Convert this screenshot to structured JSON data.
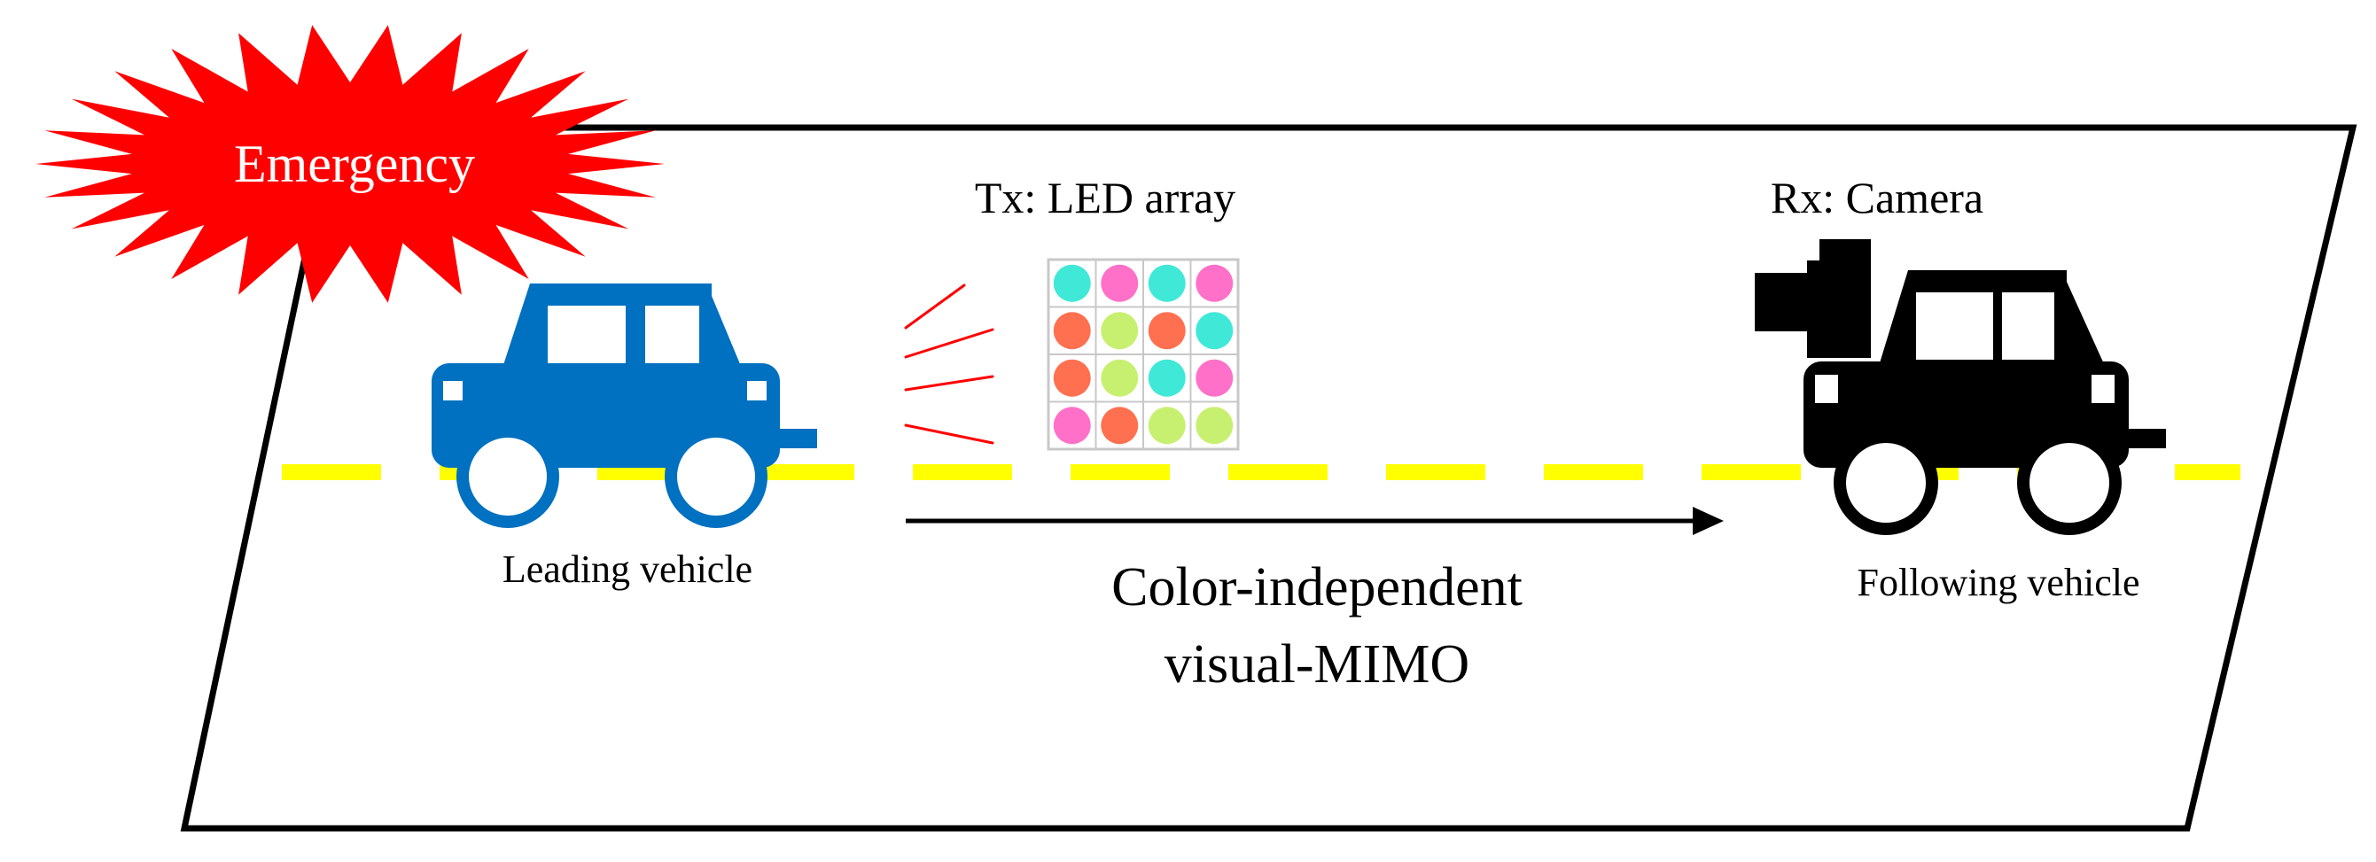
{
  "burst": {
    "label": "Emergency",
    "color": "#ff0000",
    "text_color": "#ffffff"
  },
  "tx": {
    "label": "Tx: LED array"
  },
  "rx": {
    "label": "Rx: Camera"
  },
  "leading_vehicle": {
    "label": "Leading vehicle",
    "color": "#0070c0"
  },
  "following_vehicle": {
    "label": "Following vehicle",
    "color": "#000000"
  },
  "method": {
    "line1": "Color-independent",
    "line2": "visual-MIMO"
  },
  "road": {
    "lane_color": "#ffff00",
    "border_color": "#000000"
  },
  "led_colors": {
    "cyan": "#40e8d8",
    "magenta": "#ff70c8",
    "orange": "#ff7050",
    "lime": "#c8f070"
  },
  "led_grid": [
    [
      "cyan",
      "magenta",
      "cyan",
      "magenta"
    ],
    [
      "orange",
      "lime",
      "orange",
      "cyan"
    ],
    [
      "orange",
      "lime",
      "cyan",
      "magenta"
    ],
    [
      "magenta",
      "orange",
      "lime",
      "lime"
    ]
  ]
}
